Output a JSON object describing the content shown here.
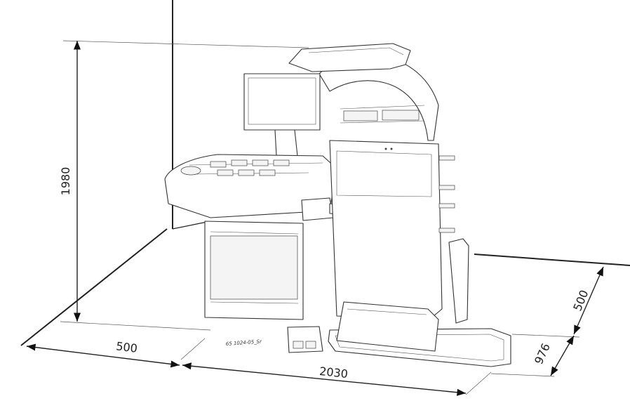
{
  "dimensions": {
    "height": "1980",
    "left_clearance": "500",
    "width": "2030",
    "depth": "976",
    "rear_clearance": "500"
  },
  "part_label": "65 1024-05_Sr"
}
